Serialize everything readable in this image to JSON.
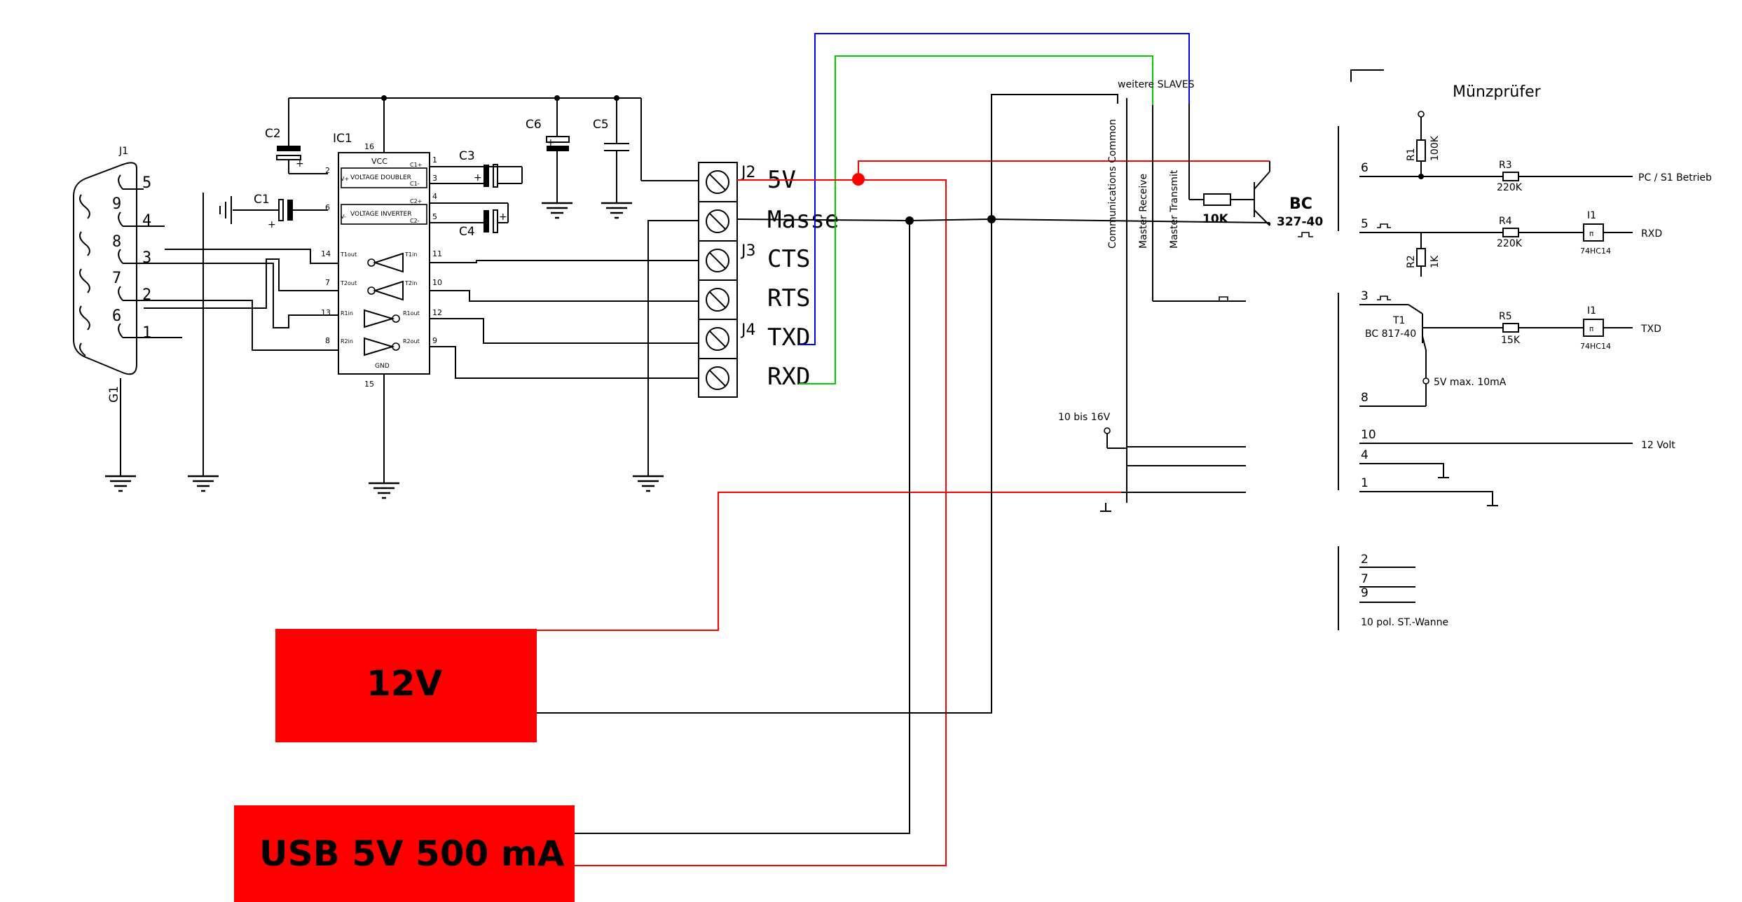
{
  "connector": {
    "ref": "J1",
    "label_rot": "G1",
    "pins": [
      "5",
      "9",
      "4",
      "8",
      "3",
      "7",
      "2",
      "6",
      "1"
    ]
  },
  "caps": {
    "c1": "C1",
    "c2": "C2",
    "c3": "C3",
    "c4": "C4",
    "c5": "C5",
    "c6": "C6"
  },
  "ic": {
    "ref": "IC1",
    "pin16": "16",
    "pin15": "15",
    "vcc": "VCC",
    "vd": "VOLTAGE DOUBLER",
    "vi": "VOLTAGE INVERTER",
    "gnd": "GND",
    "left_pins": [
      {
        "num": "2",
        "name": "V+"
      },
      {
        "num": "6",
        "name": "V-"
      },
      {
        "num": "14",
        "name": "T1out"
      },
      {
        "num": "7",
        "name": "T2out"
      },
      {
        "num": "13",
        "name": "R1in"
      },
      {
        "num": "8",
        "name": "R2in"
      }
    ],
    "right_pins": [
      {
        "num": "1",
        "name": "C1+"
      },
      {
        "num": "3",
        "name": "C1-"
      },
      {
        "num": "4",
        "name": "C2+"
      },
      {
        "num": "5",
        "name": "C2-"
      },
      {
        "num": "11",
        "name": "T1in"
      },
      {
        "num": "10",
        "name": "T2in"
      },
      {
        "num": "12",
        "name": "R1out"
      },
      {
        "num": "9",
        "name": "R2out"
      }
    ]
  },
  "terminals": {
    "j2": "J2",
    "j3": "J3",
    "j4": "J4",
    "labels": [
      "5V",
      "Masse",
      "CTS",
      "RTS",
      "TXD",
      "RXD"
    ]
  },
  "slave": {
    "weitere": "weitere SLAVES",
    "comm": "Communications Common",
    "recv": "Master Receive",
    "xmit": "Master Transmit",
    "r10k": "10K",
    "bc": "BC",
    "bc_num": "327-40",
    "volt": "10 bis 16V"
  },
  "coin": {
    "title": "Münzprüfer",
    "r1": "R1",
    "r1v": "100K",
    "r2": "R2",
    "r2v": "1K",
    "r3": "R3",
    "r3v": "220K",
    "r4": "R4",
    "r4v": "220K",
    "r5": "R5",
    "r5v": "15K",
    "i1a": "I1",
    "i1a_part": "74HC14",
    "i1b": "I1",
    "i1b_part": "74HC14",
    "t1": "T1",
    "t1_part": "BC 817-40",
    "pc": "PC / S1 Betrieb",
    "rxd": "RXD",
    "txd": "TXD",
    "supply": "5V max. 10mA",
    "v12": "12 Volt",
    "pins": [
      "6",
      "5",
      "3",
      "8",
      "10",
      "4",
      "1",
      "2",
      "7",
      "9"
    ],
    "footer": "10 pol. ST.-Wanne"
  },
  "supplies": {
    "v12": "12V",
    "usb": "USB 5V 500 mA"
  },
  "colors": {
    "red_wire": "#ff0000",
    "blue_wire": "#0000ff",
    "green_wire": "#00cc00",
    "source_fill": "#ff0000"
  }
}
